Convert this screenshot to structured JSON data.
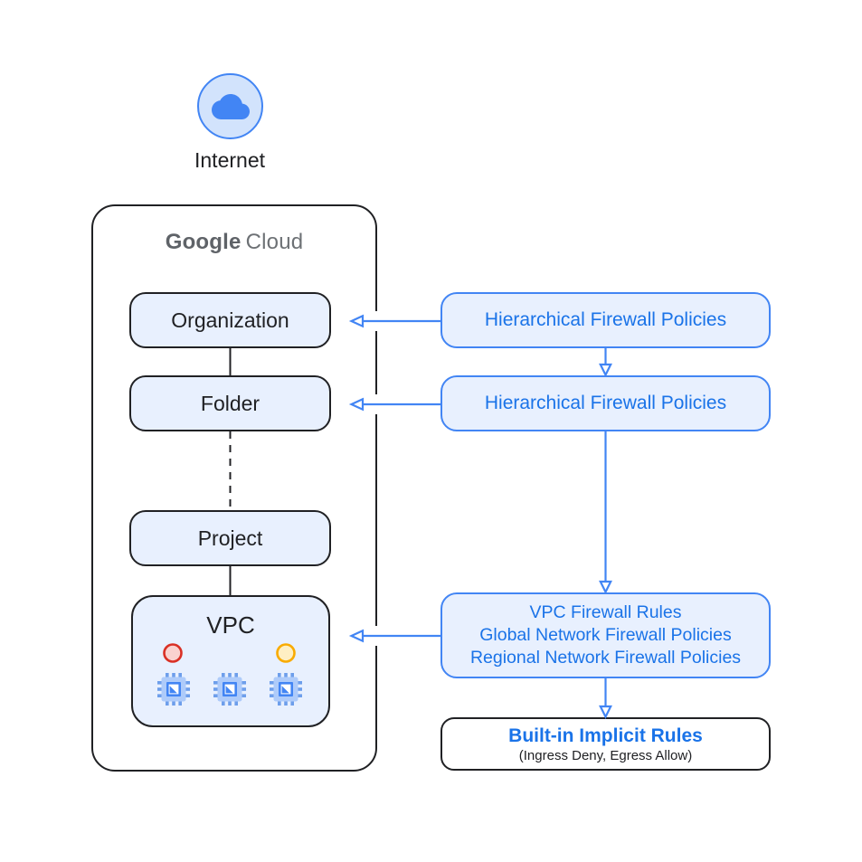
{
  "colors": {
    "accent_blue": "#4285F4",
    "blue_text": "#1A73E8",
    "light_blue_fill": "#E8F0FE",
    "internet_circle_fill": "#D2E3FC",
    "outline_black": "#202124",
    "brand_gray": "#5F6368",
    "status_red": "#D93025",
    "status_red_fill": "#FAD2CF",
    "status_yellow": "#F9AB00",
    "status_yellow_fill": "#FEEFC3"
  },
  "internet": {
    "label": "Internet"
  },
  "container": {
    "brand_primary": "Google",
    "brand_secondary": "Cloud"
  },
  "hierarchy": {
    "organization": "Organization",
    "folder": "Folder",
    "project": "Project",
    "vpc": "VPC"
  },
  "policies": {
    "org_policy": "Hierarchical Firewall Policies",
    "folder_policy": "Hierarchical Firewall Policies",
    "vpc_rules": [
      "VPC Firewall Rules",
      "Global Network Firewall Policies",
      "Regional Network Firewall Policies"
    ],
    "implicit_title": "Built-in Implicit Rules",
    "implicit_subtitle": "(Ingress Deny, Egress Allow)"
  }
}
